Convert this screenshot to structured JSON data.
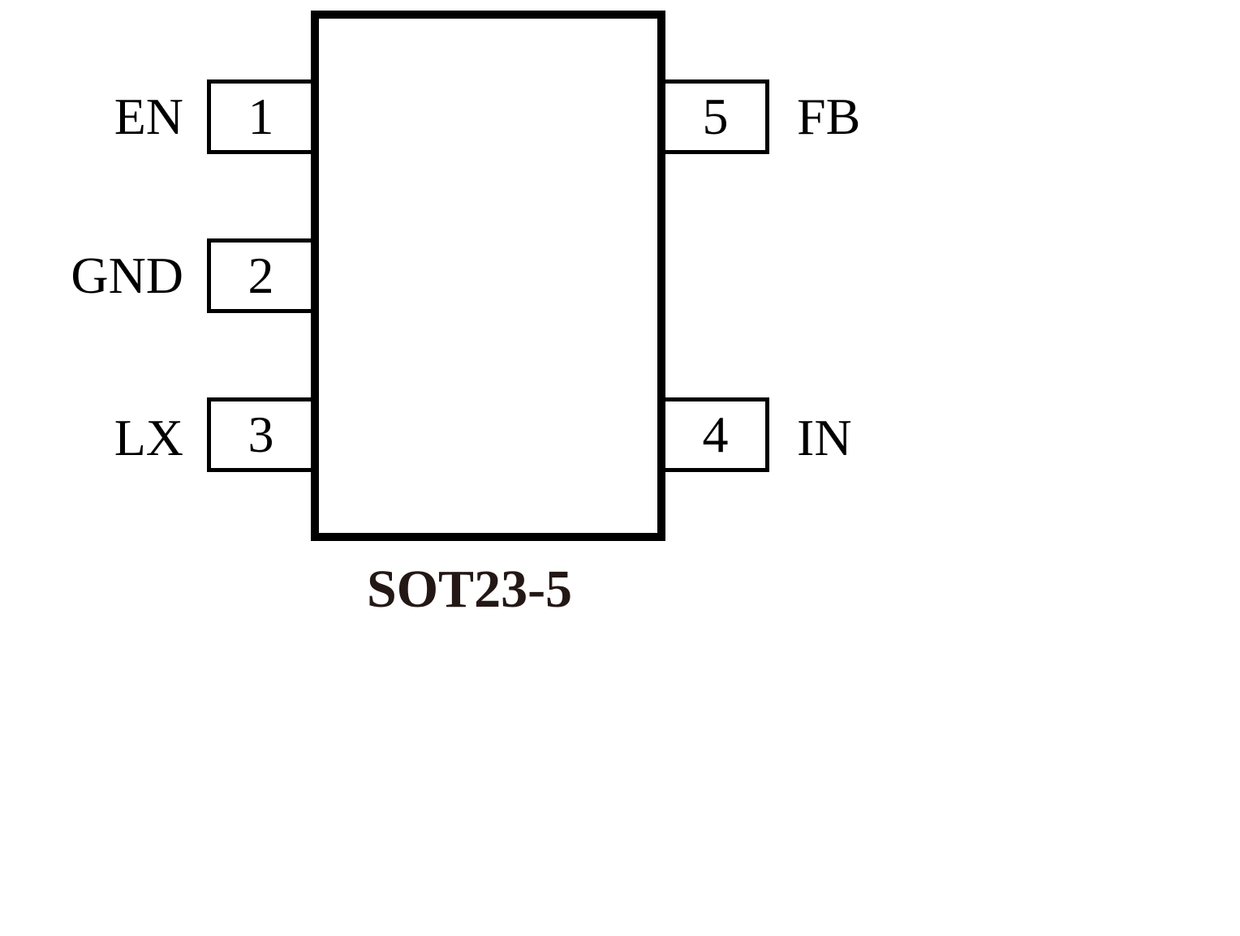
{
  "package": {
    "name": "SOT23-5"
  },
  "pins": [
    {
      "number": "1",
      "name": "EN",
      "side": "left"
    },
    {
      "number": "2",
      "name": "GND",
      "side": "left"
    },
    {
      "number": "3",
      "name": "LX",
      "side": "left"
    },
    {
      "number": "4",
      "name": "IN",
      "side": "right"
    },
    {
      "number": "5",
      "name": "FB",
      "side": "right"
    }
  ],
  "colors": {
    "stroke": "#000000",
    "title": "#231815",
    "background": "#ffffff"
  }
}
